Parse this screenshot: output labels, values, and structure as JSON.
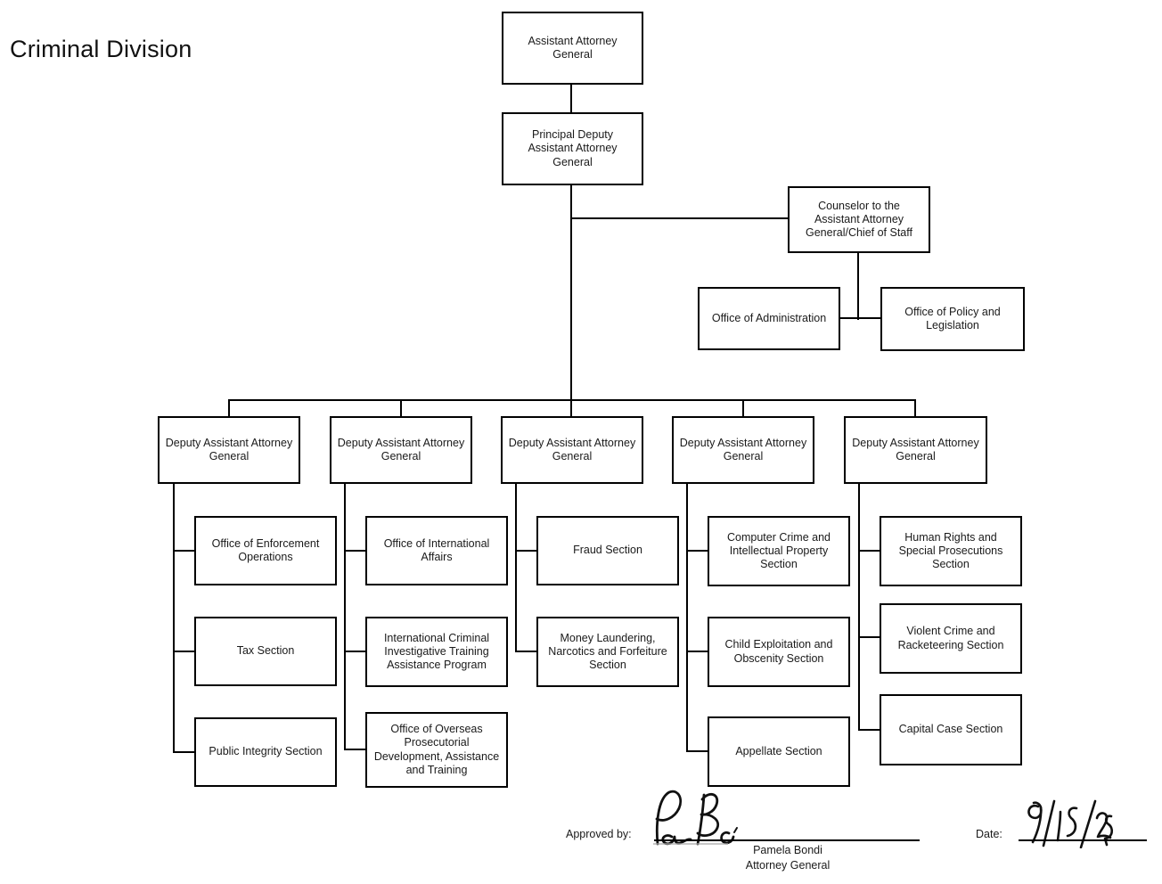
{
  "title": "Criminal Division",
  "org": {
    "assistant_attorney_general": "Assistant Attorney General",
    "principal_deputy": "Principal Deputy Assistant Attorney General",
    "counselor": "Counselor to the Assistant Attorney General/Chief of Staff",
    "office_of_administration": "Office of Administration",
    "office_of_policy_and_legislation": "Office of Policy and Legislation",
    "deputy_label": "Deputy Assistant Attorney General",
    "groups": [
      {
        "children": [
          "Office of Enforcement Operations",
          "Tax Section",
          "Public Integrity Section"
        ]
      },
      {
        "children": [
          "Office of International Affairs",
          "International Criminal Investigative Training Assistance Program",
          "Office of Overseas Prosecutorial Development, Assistance and Training"
        ]
      },
      {
        "children": [
          "Fraud Section",
          "Money Laundering, Narcotics and Forfeiture Section"
        ]
      },
      {
        "children": [
          "Computer Crime and Intellectual Property Section",
          "Child Exploitation and Obscenity Section",
          "Appellate Section"
        ]
      },
      {
        "children": [
          "Human Rights and Special Prosecutions Section",
          "Violent Crime and Racketeering Section",
          "Capital Case Section"
        ]
      }
    ]
  },
  "approval": {
    "approved_by_label": "Approved by:",
    "signer_name": "Pamela Bondi",
    "signer_title": "Attorney General",
    "signature_alt": "Pamela Bondi signature",
    "date_label": "Date:",
    "date_value": "9/15/25"
  },
  "colors": {
    "line": "#000000",
    "text": "#1a1a1a",
    "background": "#ffffff"
  }
}
